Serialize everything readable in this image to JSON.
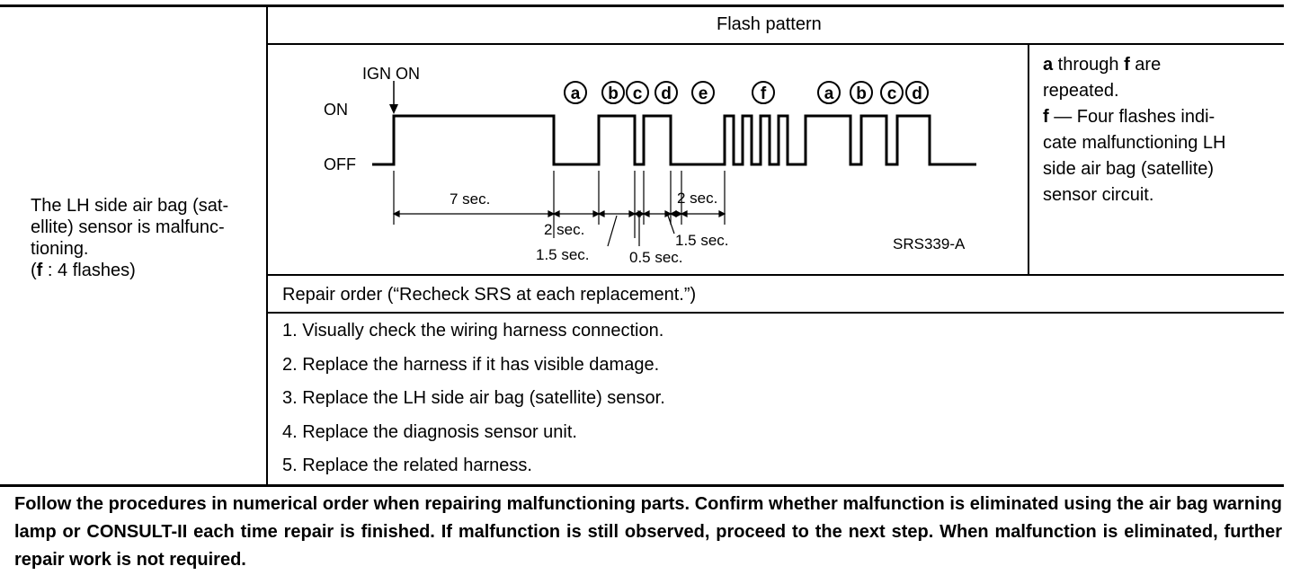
{
  "header": {
    "flash_pattern": "Flash pattern"
  },
  "condition": {
    "lines": [
      "The LH side air bag (sat-",
      "ellite) sensor is malfunc-",
      "tioning."
    ],
    "flashes_letter": "f",
    "flashes_text": " : 4 flashes)",
    "flashes_open": "("
  },
  "diagram": {
    "ign_on": "IGN  ON",
    "on_label": "ON",
    "off_label": "OFF",
    "segment_letters": [
      "a",
      "b",
      "c",
      "d",
      "e",
      "f",
      "a",
      "b",
      "c",
      "d"
    ],
    "time_7": "7  sec.",
    "time_2a": "2  sec.",
    "time_15a": "1.5  sec.",
    "time_05": "0.5  sec.",
    "time_15b": "1.5  sec.",
    "time_2b": "2  sec.",
    "figure_id": "SRS339-A"
  },
  "note": {
    "line1_bold_a": "a",
    "line1_text": " through ",
    "line1_bold_f": "f",
    "line1_end": "  are",
    "line2": "repeated.",
    "line3_bold": "f",
    "line3_text": "  — Four flashes indi-",
    "line4": "cate malfunctioning LH",
    "line5": "side air bag (satellite)",
    "line6": "sensor circuit."
  },
  "repair": {
    "title": "Repair order (“Recheck SRS at each replacement.”)",
    "steps": [
      "1. Visually check the wiring harness connection.",
      "2. Replace the harness if it has visible damage.",
      "3. Replace the LH side air bag (satellite) sensor.",
      "4. Replace the diagnosis sensor unit.",
      "5. Replace the related harness."
    ]
  },
  "footer": "Follow the procedures in numerical order when repairing malfunctioning parts. Confirm whether malfunction is eliminated using the air bag warning lamp or CONSULT-II each time repair is finished. If malfunction is still observed, proceed to the next step. When malfunction is eliminated, further repair work is not required."
}
